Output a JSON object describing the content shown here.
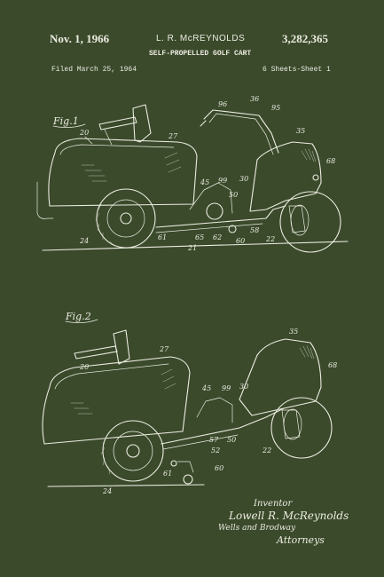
{
  "header": {
    "date": "Nov. 1, 1966",
    "inventor": "L. R. McREYNOLDS",
    "patent_number": "3,282,365",
    "title": "SELF-PROPELLED GOLF CART",
    "filed": "Filed March 25, 1964",
    "sheets": "6 Sheets-Sheet 1"
  },
  "figures": {
    "fig1": {
      "label": "Fig.1",
      "refs": {
        "r20": "20",
        "r27": "27",
        "r96": "96",
        "r36": "36",
        "r95": "95",
        "r35": "35",
        "r68": "68",
        "r45": "45",
        "r99": "99",
        "r30": "30",
        "r50": "50",
        "r65": "65",
        "r62": "62",
        "r58": "58",
        "r60": "60",
        "r61": "61",
        "r21": "21",
        "r22": "22",
        "r24": "24"
      }
    },
    "fig2": {
      "label": "Fig.2",
      "refs": {
        "r35": "35",
        "r27": "27",
        "r20": "20",
        "r68": "68",
        "r45": "45",
        "r99": "99",
        "r30": "30",
        "r57": "57",
        "r50": "50",
        "r52": "52",
        "r22": "22",
        "r61": "61",
        "r60": "60",
        "r24": "24"
      }
    }
  },
  "signature": {
    "inventor_heading": "Inventor",
    "inventor_name": "Lowell R. McReynolds",
    "firm": "Wells and Brodway",
    "role": "Attorneys"
  },
  "colors": {
    "background": "#3a4a2b",
    "ink": "#ecebe0"
  }
}
